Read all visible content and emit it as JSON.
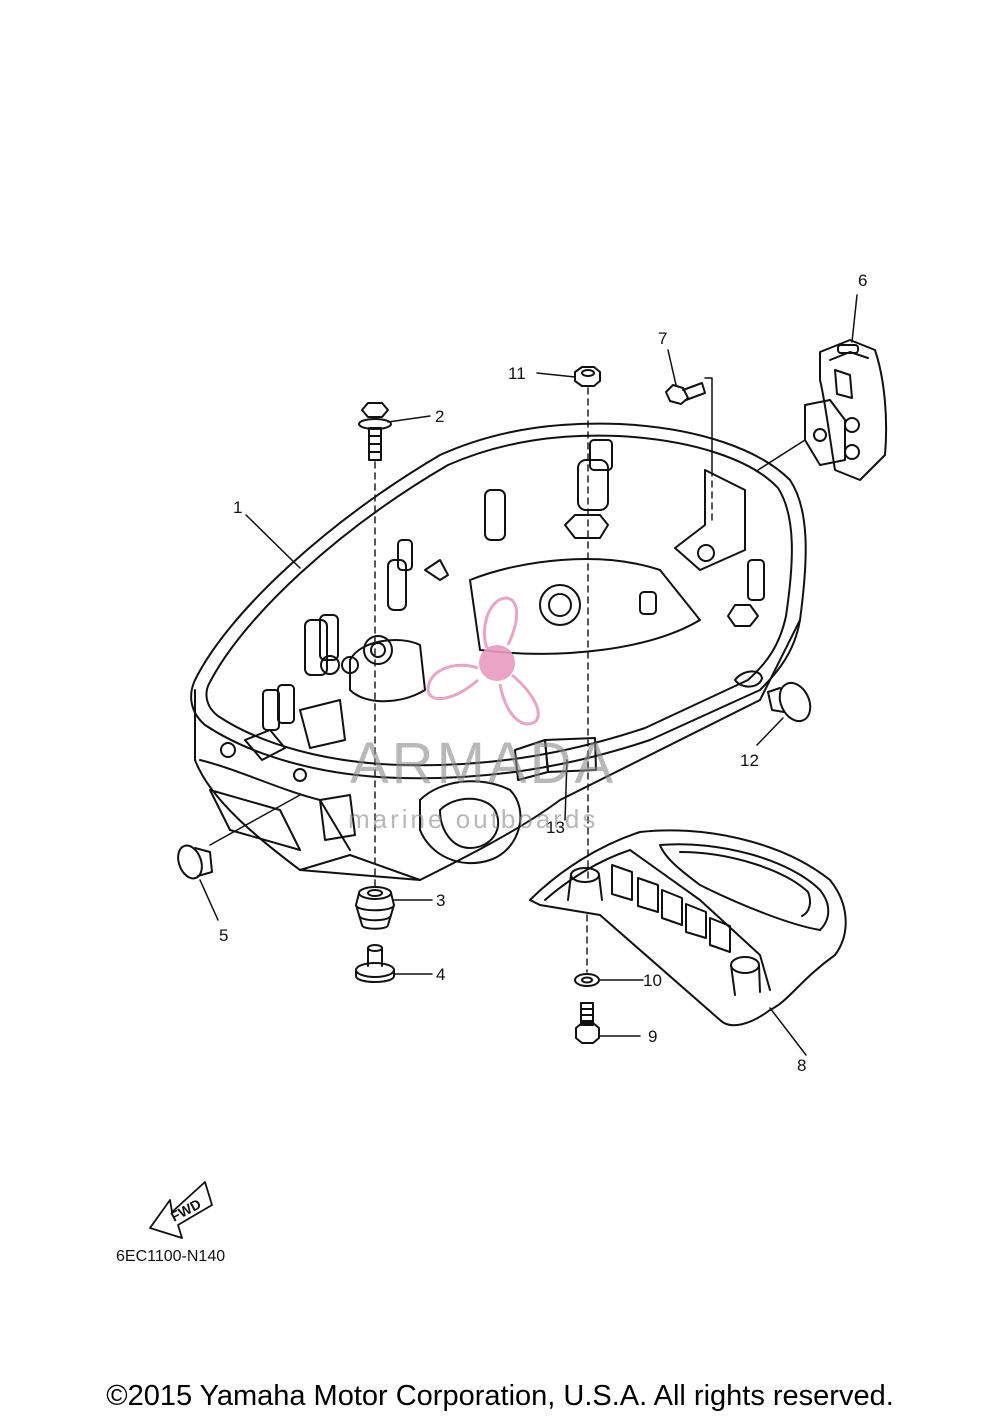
{
  "diagram": {
    "callouts": [
      "1",
      "2",
      "3",
      "4",
      "5",
      "6",
      "7",
      "8",
      "9",
      "10",
      "11",
      "12",
      "13"
    ],
    "fwd_label": "FWD",
    "diagram_code": "6EC1100-N140",
    "watermark": {
      "brand": "ARMADA",
      "tagline": "marine outboards",
      "accent_color": "#e79bc0",
      "logo": "propeller-logo"
    },
    "copyright": "©2015 Yamaha Motor Corporation, U.S.A. All rights reserved."
  }
}
